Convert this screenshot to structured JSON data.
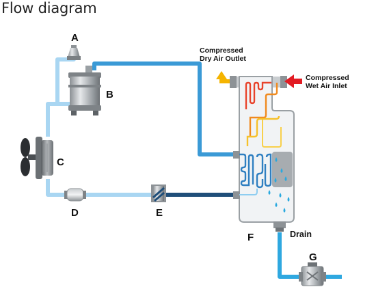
{
  "title": "Flow diagram",
  "components": {
    "a": "A",
    "b": "B",
    "c": "C",
    "d": "D",
    "e": "E",
    "f": "F",
    "g": "G"
  },
  "annotations": {
    "outlet_line1": "Compressed",
    "outlet_line2": "Dry Air Outlet",
    "inlet_line1": "Compressed",
    "inlet_line2": "Wet Air Inlet",
    "drain": "Drain"
  },
  "colors": {
    "light_pipe": "#a9d6f2",
    "mid_pipe": "#3b9ad6",
    "dark_pipe": "#1f4e79",
    "arrow_in": "#e21b23",
    "arrow_out": "#f5b400"
  }
}
